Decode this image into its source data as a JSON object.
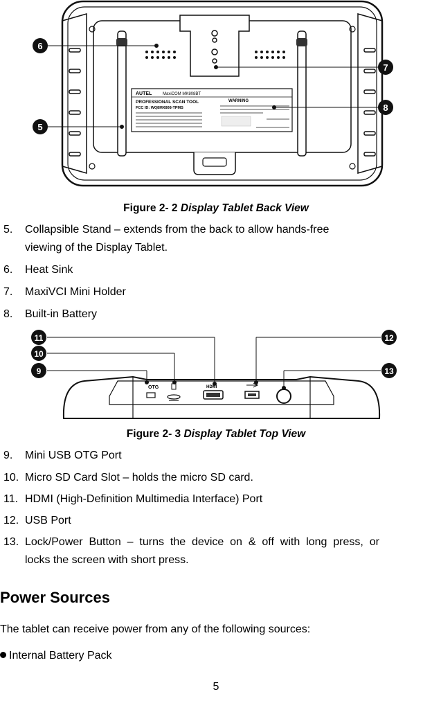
{
  "figure_back": {
    "caption_prefix": "Figure 2- 2",
    "caption_title": "Display Tablet Back View",
    "callouts": [
      "6",
      "5",
      "7",
      "8"
    ],
    "label_brand": "AUTEL",
    "label_model": "MaxiCOM MK808BT",
    "label_product": "PROFESSIONAL SCAN TOOL",
    "label_fcc": "FCC ID: WQ8MX808-TPMS",
    "label_warning": "WARNING"
  },
  "items_back": [
    {
      "num": "5.",
      "text": "Collapsible Stand – extends from the back to allow hands-free",
      "text2": "viewing of the Display Tablet."
    },
    {
      "num": "6.",
      "text": "Heat Sink"
    },
    {
      "num": "7.",
      "text": "MaxiVCI Mini Holder"
    },
    {
      "num": "8.",
      "text": "Built-in Battery"
    }
  ],
  "figure_top": {
    "caption_prefix": "Figure 2- 3",
    "caption_title": "Display Tablet Top View",
    "callouts": [
      "11",
      "10",
      "9",
      "12",
      "13"
    ],
    "port_labels": [
      "OTG",
      "HDMI"
    ]
  },
  "items_top": [
    {
      "num": "9.",
      "text": "Mini USB OTG Port"
    },
    {
      "num": "10.",
      "text": "Micro SD Card Slot – holds the micro SD card."
    },
    {
      "num": "11.",
      "text": "HDMI (High-Definition Multimedia Interface) Port"
    },
    {
      "num": "12.",
      "text": "USB Port"
    },
    {
      "num": "13.",
      "text": "Lock/Power  Button  –  turns  the  device  on  &  off  with  long  press,  or",
      "text2": "locks the screen with short press."
    }
  ],
  "section": {
    "heading": "Power Sources",
    "intro": "The tablet can receive power from any of the following sources:",
    "bullets": [
      "Internal Battery Pack"
    ]
  },
  "page_number": "5"
}
